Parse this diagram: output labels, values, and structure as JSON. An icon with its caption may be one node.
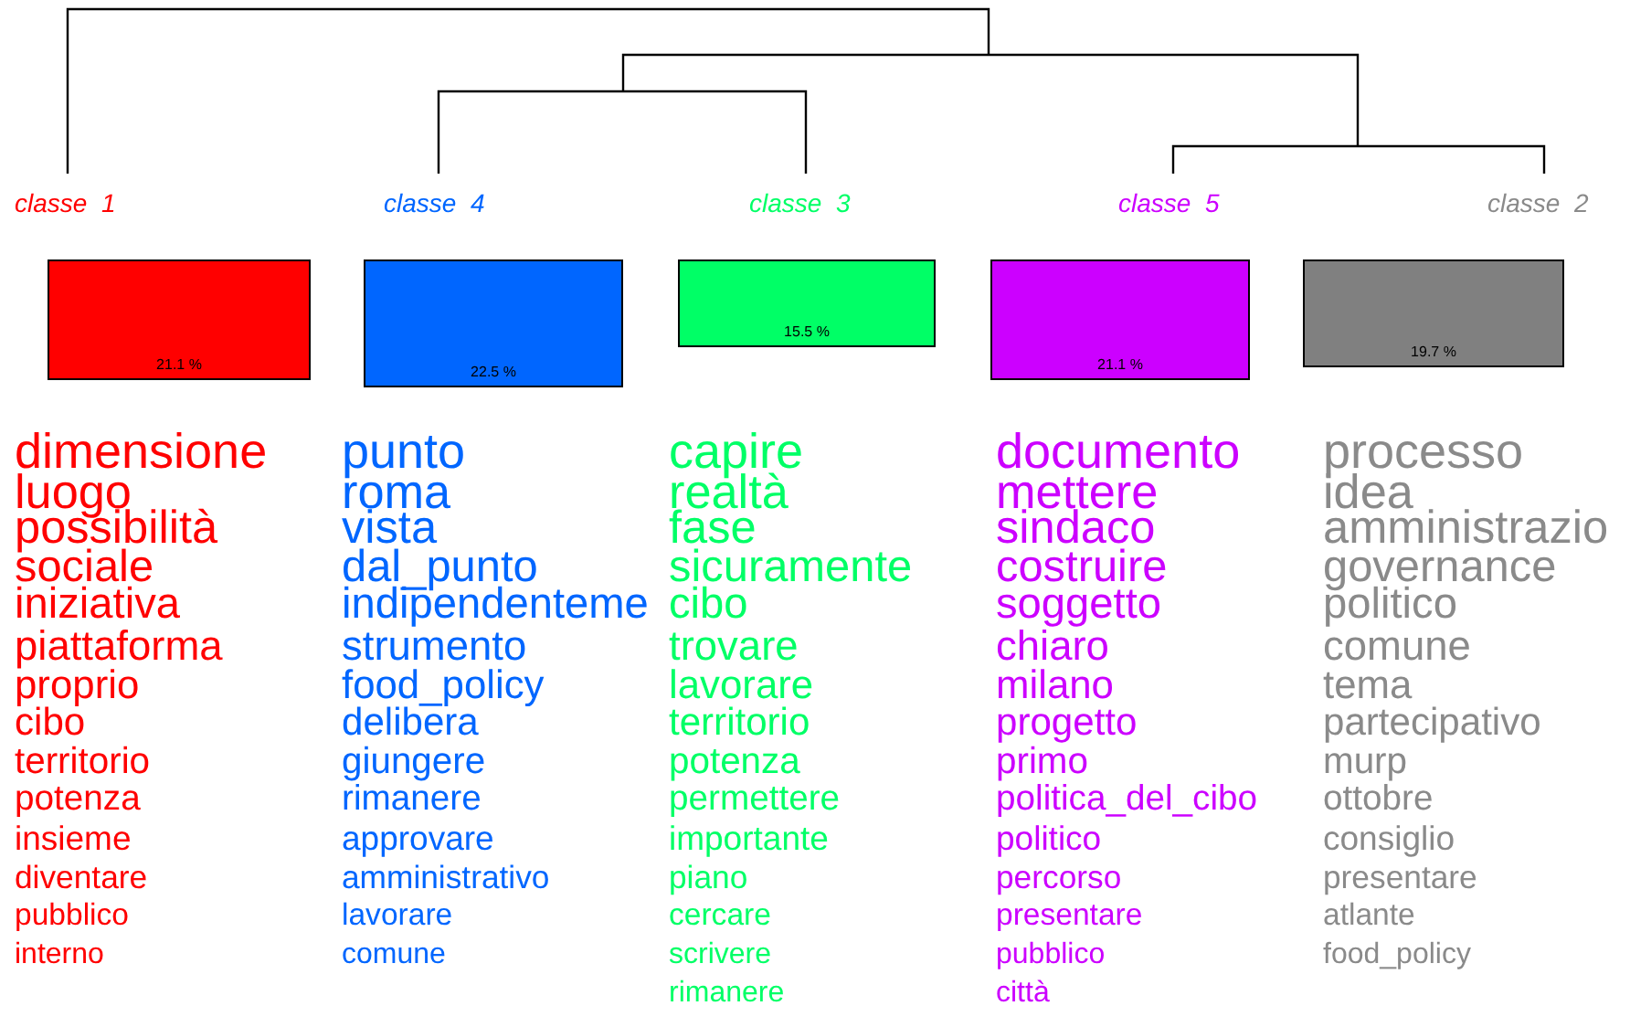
{
  "diagram": {
    "nodes": [
      {
        "text": [
          "21.1 %"
        ],
        "beside": [
          "classe  1"
        ]
      },
      {
        "text": [
          "22.5 %"
        ],
        "beside": [
          "classe  4"
        ]
      },
      {
        "text": [
          "15.5 %"
        ],
        "beside": [
          "classe  3"
        ]
      },
      {
        "text": [
          "21.1 %"
        ],
        "beside": [
          "classe  5"
        ]
      },
      {
        "text": [
          "19.7 %"
        ],
        "beside": [
          "classe  2"
        ]
      }
    ],
    "labels": [
      "dimensione",
      "luogo",
      "possibilità",
      "sociale",
      "iniziativa",
      "piattaforma",
      "proprio",
      "cibo",
      "territorio",
      "potenza",
      "insieme",
      "diventare",
      "pubblico",
      "interno",
      "punto",
      "roma",
      "vista",
      "dal_punto",
      "indipendenteme",
      "strumento",
      "food_policy",
      "delibera",
      "giungere",
      "rimanere",
      "approvare",
      "amministrativo",
      "lavorare",
      "comune",
      "capire",
      "realtà",
      "fase",
      "sicuramente",
      "cibo",
      "trovare",
      "lavorare",
      "territorio",
      "potenza",
      "permettere",
      "importante",
      "piano",
      "cercare",
      "scrivere",
      "rimanere",
      "documento",
      "mettere",
      "sindaco",
      "costruire",
      "soggetto",
      "chiaro",
      "milano",
      "progetto",
      "primo",
      "politica_del_cibo",
      "politico",
      "percorso",
      "presentare",
      "pubblico",
      "città",
      "processo",
      "idea",
      "amministrazio",
      "governance",
      "politico",
      "comune",
      "tema",
      "partecipativo",
      "murp",
      "ottobre",
      "consiglio",
      "presentare",
      "atlante",
      "food_policy"
    ]
  }
}
